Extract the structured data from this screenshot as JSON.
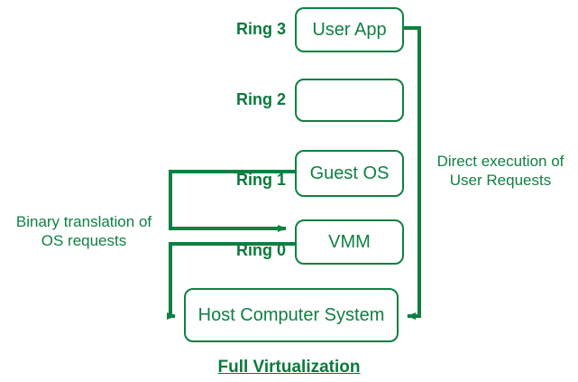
{
  "diagram": {
    "title": "Full Virtualization",
    "accent_color": "#0f8043",
    "label_color": "#0a7a3c",
    "background_color": "#ffffff",
    "boxes": [
      {
        "id": "user-app",
        "label": "User App"
      },
      {
        "id": "ring2-empty",
        "label": ""
      },
      {
        "id": "guest-os",
        "label": "Guest OS"
      },
      {
        "id": "vmm",
        "label": "VMM"
      },
      {
        "id": "host-computer-system",
        "label": "Host Computer System"
      }
    ],
    "ring_labels": [
      {
        "id": "ring-3",
        "label": "Ring 3"
      },
      {
        "id": "ring-2",
        "label": "Ring 2"
      },
      {
        "id": "ring-1",
        "label": "Ring 1"
      },
      {
        "id": "ring-0",
        "label": "Ring 0"
      }
    ],
    "edge_labels": [
      {
        "id": "binary-translation",
        "label": "Binary translation of\nOS requests"
      },
      {
        "id": "direct-execution",
        "label": "Direct execution of\nUser Requests"
      }
    ]
  }
}
